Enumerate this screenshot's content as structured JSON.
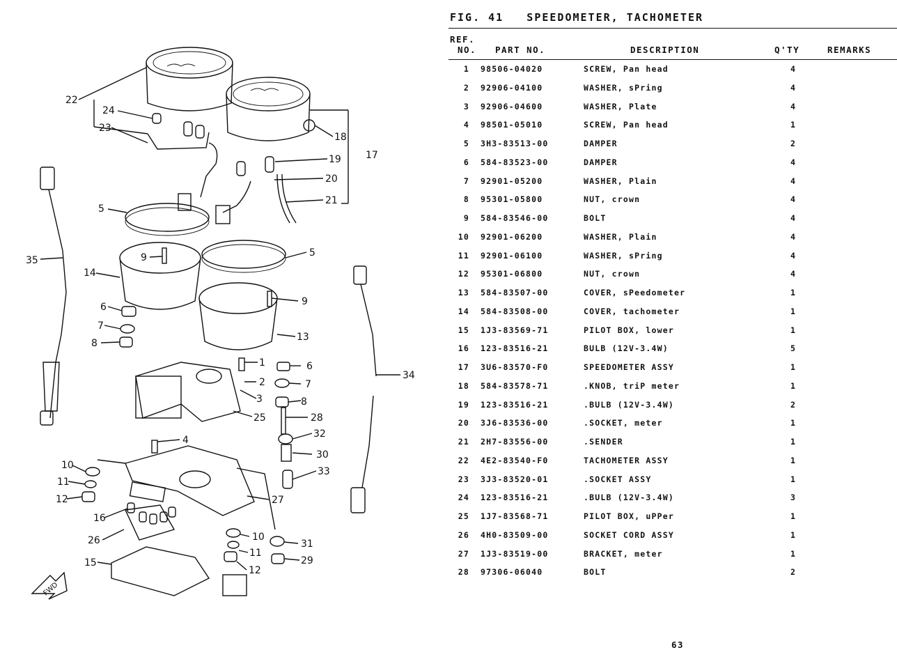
{
  "figure": {
    "title": "FIG. 41   SPEEDOMETER, TACHOMETER"
  },
  "table": {
    "headers": {
      "ref_line1": "REF.",
      "ref_line2": "NO.",
      "part_no": "PART NO.",
      "description": "DESCRIPTION",
      "qty": "Q'TY",
      "remarks": "REMARKS"
    },
    "rows": [
      {
        "no": "1",
        "part": "98506-04020",
        "desc": "SCREW, Pan head",
        "qty": "4",
        "remarks": ""
      },
      {
        "no": "2",
        "part": "92906-04100",
        "desc": "WASHER, sPring",
        "qty": "4",
        "remarks": ""
      },
      {
        "no": "3",
        "part": "92906-04600",
        "desc": "WASHER, Plate",
        "qty": "4",
        "remarks": ""
      },
      {
        "no": "4",
        "part": "98501-05010",
        "desc": "SCREW, Pan head",
        "qty": "1",
        "remarks": ""
      },
      {
        "no": "5",
        "part": "3H3-83513-00",
        "desc": "DAMPER",
        "qty": "2",
        "remarks": ""
      },
      {
        "no": "6",
        "part": "584-83523-00",
        "desc": "DAMPER",
        "qty": "4",
        "remarks": ""
      },
      {
        "no": "7",
        "part": "92901-05200",
        "desc": "WASHER, Plain",
        "qty": "4",
        "remarks": ""
      },
      {
        "no": "8",
        "part": "95301-05800",
        "desc": "NUT, crown",
        "qty": "4",
        "remarks": ""
      },
      {
        "no": "9",
        "part": "584-83546-00",
        "desc": "BOLT",
        "qty": "4",
        "remarks": ""
      },
      {
        "no": "10",
        "part": "92901-06200",
        "desc": "WASHER, Plain",
        "qty": "4",
        "remarks": ""
      },
      {
        "no": "11",
        "part": "92901-06100",
        "desc": "WASHER, sPring",
        "qty": "4",
        "remarks": ""
      },
      {
        "no": "12",
        "part": "95301-06800",
        "desc": "NUT, crown",
        "qty": "4",
        "remarks": ""
      },
      {
        "no": "13",
        "part": "584-83507-00",
        "desc": "COVER, sPeedometer",
        "qty": "1",
        "remarks": ""
      },
      {
        "no": "14",
        "part": "584-83508-00",
        "desc": "COVER, tachometer",
        "qty": "1",
        "remarks": ""
      },
      {
        "no": "15",
        "part": "1J3-83569-71",
        "desc": "PILOT BOX, lower",
        "qty": "1",
        "remarks": ""
      },
      {
        "no": "16",
        "part": "123-83516-21",
        "desc": "BULB (12V-3.4W)",
        "qty": "5",
        "remarks": ""
      },
      {
        "no": "17",
        "part": "3U6-83570-F0",
        "desc": "SPEEDOMETER ASSY",
        "qty": "1",
        "remarks": ""
      },
      {
        "no": "18",
        "part": "584-83578-71",
        "desc": ".KNOB, triP meter",
        "qty": "1",
        "remarks": ""
      },
      {
        "no": "19",
        "part": "123-83516-21",
        "desc": ".BULB (12V-3.4W)",
        "qty": "2",
        "remarks": ""
      },
      {
        "no": "20",
        "part": "3J6-83536-00",
        "desc": ".SOCKET, meter",
        "qty": "1",
        "remarks": ""
      },
      {
        "no": "21",
        "part": "2H7-83556-00",
        "desc": ".SENDER",
        "qty": "1",
        "remarks": ""
      },
      {
        "no": "22",
        "part": "4E2-83540-F0",
        "desc": "TACHOMETER ASSY",
        "qty": "1",
        "remarks": ""
      },
      {
        "no": "23",
        "part": "3J3-83520-01",
        "desc": ".SOCKET ASSY",
        "qty": "1",
        "remarks": ""
      },
      {
        "no": "24",
        "part": "123-83516-21",
        "desc": ".BULB (12V-3.4W)",
        "qty": "3",
        "remarks": ""
      },
      {
        "no": "25",
        "part": "1J7-83568-71",
        "desc": "PILOT BOX, uPPer",
        "qty": "1",
        "remarks": ""
      },
      {
        "no": "26",
        "part": "4H0-83509-00",
        "desc": "SOCKET CORD ASSY",
        "qty": "1",
        "remarks": ""
      },
      {
        "no": "27",
        "part": "1J3-83519-00",
        "desc": "BRACKET, meter",
        "qty": "1",
        "remarks": ""
      },
      {
        "no": "28",
        "part": "97306-06040",
        "desc": "BOLT",
        "qty": "2",
        "remarks": ""
      }
    ]
  },
  "diagram": {
    "callouts": [
      "22",
      "24",
      "23",
      "35",
      "5",
      "14",
      "9",
      "6",
      "7",
      "8",
      "10",
      "11",
      "12",
      "16",
      "26",
      "15",
      "18",
      "19",
      "17",
      "20",
      "21",
      "5",
      "9",
      "13",
      "1",
      "6",
      "2",
      "7",
      "3",
      "8",
      "25",
      "4",
      "28",
      "32",
      "30",
      "33",
      "27",
      "10",
      "31",
      "11",
      "29",
      "12",
      "34"
    ],
    "fwd_label": "FWD"
  },
  "page_number": "63"
}
